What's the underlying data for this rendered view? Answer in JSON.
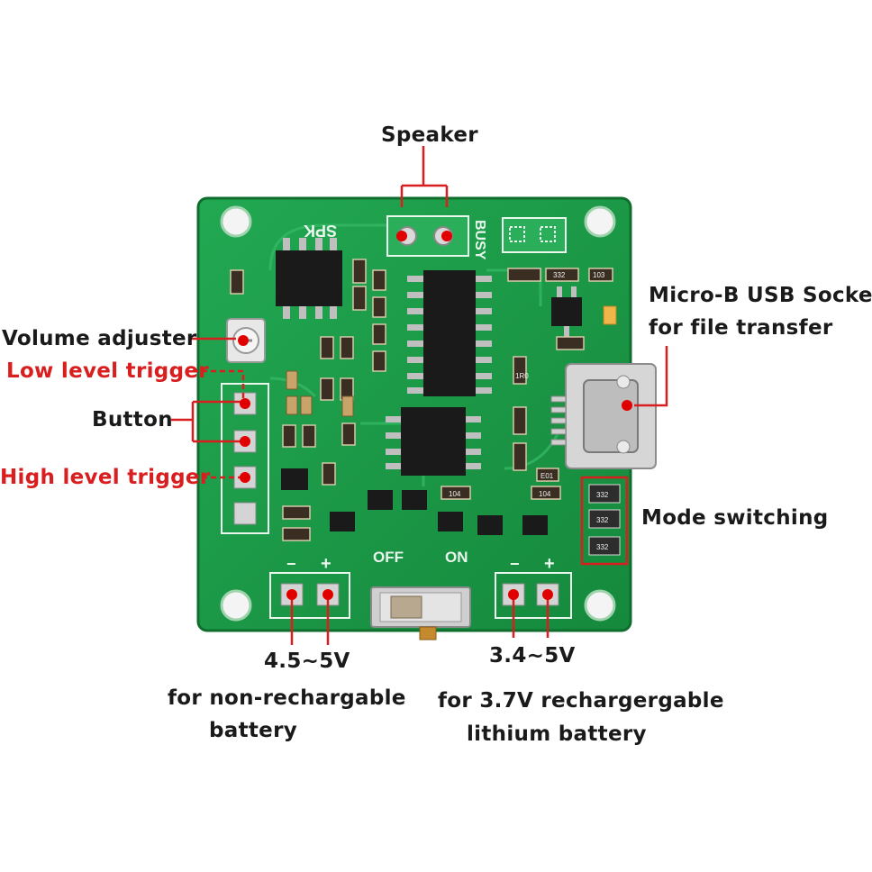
{
  "labels": {
    "speaker": "Speaker",
    "usb": "Micro-B USB Socket",
    "usb_sub": "for file transfer",
    "volume": "Volume adjuster",
    "low_trigger": "Low level trigger",
    "button": "Button",
    "high_trigger": "High level trigger",
    "mode": "Mode switching",
    "left_voltage": "4.5~5V",
    "left_desc_1": "for non-rechargable",
    "left_desc_2": "battery",
    "right_voltage": "3.4~5V",
    "right_desc_1": "for 3.7V rechargergable",
    "right_desc_2": "lithium battery"
  },
  "silkscreen": {
    "spk": "SPK",
    "busy": "BUSY",
    "off": "OFF",
    "on": "ON",
    "minus": "−",
    "plus": "+",
    "res_332": "332",
    "res_103": "103",
    "res_104": "104",
    "res_1r0": "1R0",
    "res_e01": "E01"
  },
  "colors": {
    "pcb_green": "#1e9e4a",
    "pcb_edge": "#137a36",
    "annotation_red": "#d81e1e",
    "label_black": "#1a1a1a"
  }
}
